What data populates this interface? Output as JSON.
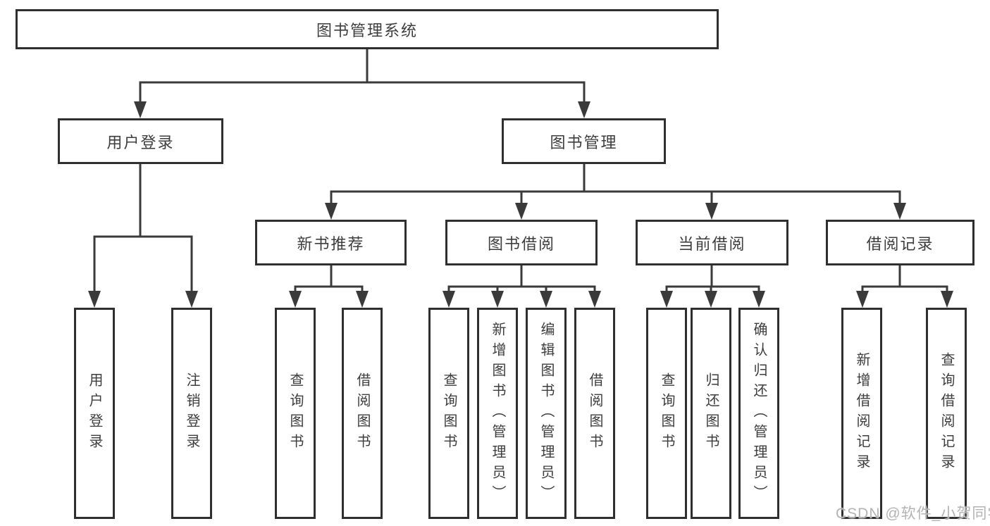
{
  "diagram": {
    "title": "图书管理系统",
    "level2": [
      {
        "label": "用户登录"
      },
      {
        "label": "图书管理"
      }
    ],
    "level3": [
      {
        "label": "新书推荐"
      },
      {
        "label": "图书借阅"
      },
      {
        "label": "当前借阅"
      },
      {
        "label": "借阅记录"
      }
    ],
    "leaves": [
      {
        "label": "用户登录"
      },
      {
        "label": "注销登录"
      },
      {
        "label": "查询图书"
      },
      {
        "label": "借阅图书"
      },
      {
        "label": "查询图书"
      },
      {
        "label": "新增图书（管理员）"
      },
      {
        "label": "编辑图书（管理员）"
      },
      {
        "label": "借阅图书"
      },
      {
        "label": "查询图书"
      },
      {
        "label": "归还图书"
      },
      {
        "label": "确认归还（管理员）"
      },
      {
        "label": "新增借阅记录"
      },
      {
        "label": "查询借阅记录"
      }
    ],
    "watermark": "CSDN @软件_小贺同学",
    "colors": {
      "line": "#3a3a3a",
      "box_border": "#2f2f2f",
      "text": "#3d3d3d",
      "watermark": "#b3b3b3",
      "background": "#ffffff"
    }
  }
}
